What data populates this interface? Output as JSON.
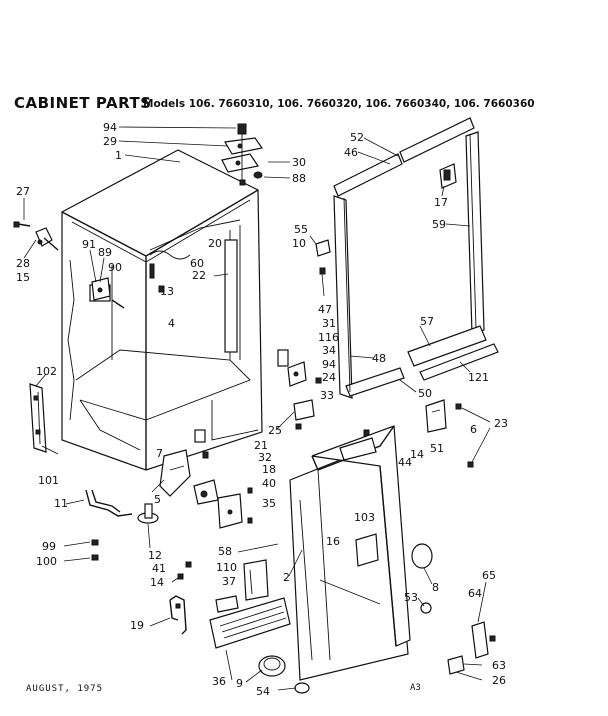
{
  "header": {
    "title": "CABINET PARTS",
    "models": "Models 106. 7660310, 106. 7660320, 106. 7660340, 106. 7660360"
  },
  "footer": {
    "date": "AUGUST, 1975",
    "code": "A3"
  },
  "callouts": [
    {
      "id": "p94a",
      "text": "94"
    },
    {
      "id": "p29",
      "text": "29"
    },
    {
      "id": "p1",
      "text": "1"
    },
    {
      "id": "p30",
      "text": "30"
    },
    {
      "id": "p88",
      "text": "88"
    },
    {
      "id": "p52",
      "text": "52"
    },
    {
      "id": "p46",
      "text": "46"
    },
    {
      "id": "p17",
      "text": "17"
    },
    {
      "id": "p59",
      "text": "59"
    },
    {
      "id": "p27",
      "text": "27"
    },
    {
      "id": "p28",
      "text": "28"
    },
    {
      "id": "p15",
      "text": "15"
    },
    {
      "id": "p91",
      "text": "91"
    },
    {
      "id": "p89",
      "text": "89"
    },
    {
      "id": "p90",
      "text": "90"
    },
    {
      "id": "p20",
      "text": "20"
    },
    {
      "id": "p60",
      "text": "60"
    },
    {
      "id": "p22",
      "text": "22"
    },
    {
      "id": "p13",
      "text": "13"
    },
    {
      "id": "p4",
      "text": "4"
    },
    {
      "id": "p55",
      "text": "55"
    },
    {
      "id": "p10",
      "text": "10"
    },
    {
      "id": "p47",
      "text": "47"
    },
    {
      "id": "p31",
      "text": "31"
    },
    {
      "id": "p116",
      "text": "116"
    },
    {
      "id": "p34",
      "text": "34"
    },
    {
      "id": "p94b",
      "text": "94"
    },
    {
      "id": "p24",
      "text": "24"
    },
    {
      "id": "p33",
      "text": "33"
    },
    {
      "id": "p48",
      "text": "48"
    },
    {
      "id": "p57",
      "text": "57"
    },
    {
      "id": "p121",
      "text": "121"
    },
    {
      "id": "p50",
      "text": "50"
    },
    {
      "id": "p102",
      "text": "102"
    },
    {
      "id": "p25",
      "text": "25"
    },
    {
      "id": "p51",
      "text": "51"
    },
    {
      "id": "p6",
      "text": "6"
    },
    {
      "id": "p23",
      "text": "23"
    },
    {
      "id": "p14a",
      "text": "14"
    },
    {
      "id": "p44",
      "text": "44"
    },
    {
      "id": "p101",
      "text": "101"
    },
    {
      "id": "p7",
      "text": "7"
    },
    {
      "id": "p21",
      "text": "21"
    },
    {
      "id": "p32",
      "text": "32"
    },
    {
      "id": "p18",
      "text": "18"
    },
    {
      "id": "p40",
      "text": "40"
    },
    {
      "id": "p35",
      "text": "35"
    },
    {
      "id": "p5",
      "text": "5"
    },
    {
      "id": "p11",
      "text": "11"
    },
    {
      "id": "p12",
      "text": "12"
    },
    {
      "id": "p103",
      "text": "103"
    },
    {
      "id": "p16",
      "text": "16"
    },
    {
      "id": "p99",
      "text": "99"
    },
    {
      "id": "p100",
      "text": "100"
    },
    {
      "id": "p58",
      "text": "58"
    },
    {
      "id": "p41",
      "text": "41"
    },
    {
      "id": "p14b",
      "text": "14"
    },
    {
      "id": "p110",
      "text": "110"
    },
    {
      "id": "p37",
      "text": "37"
    },
    {
      "id": "p2",
      "text": "2"
    },
    {
      "id": "p8",
      "text": "8"
    },
    {
      "id": "p65",
      "text": "65"
    },
    {
      "id": "p53",
      "text": "53"
    },
    {
      "id": "p64",
      "text": "64"
    },
    {
      "id": "p19",
      "text": "19"
    },
    {
      "id": "p63",
      "text": "63"
    },
    {
      "id": "p26",
      "text": "26"
    },
    {
      "id": "p36",
      "text": "36"
    },
    {
      "id": "p9",
      "text": "9"
    },
    {
      "id": "p54",
      "text": "54"
    }
  ]
}
